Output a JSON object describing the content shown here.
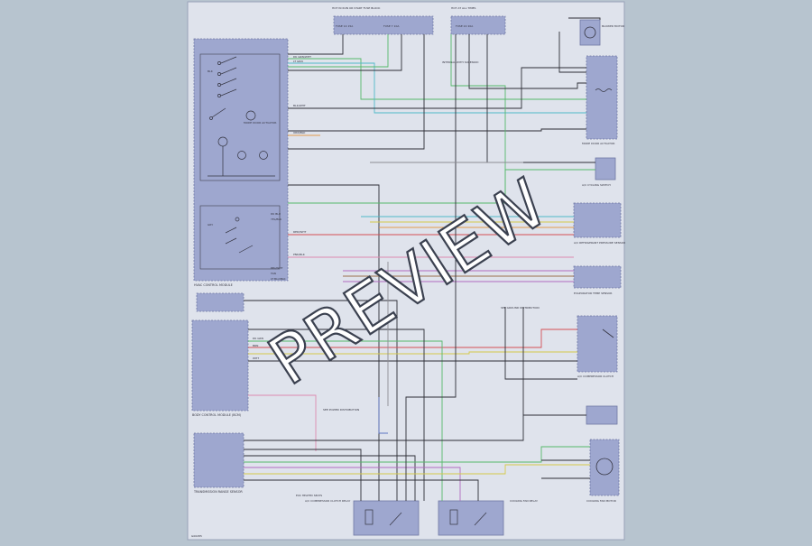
{
  "watermark": "PREVIEW",
  "page_code": "G00285",
  "colors": {
    "background": "#b7c4cf",
    "paper": "#dfe3ec",
    "module_fill": "#9ea7cf",
    "module_border": "#6f77a3",
    "wire_dark": "#2e2e36",
    "wire_green": "#56b86a",
    "wire_cyan": "#4fb9c9",
    "wire_red": "#d44f55",
    "wire_orange": "#e39b4b",
    "wire_yellow": "#d6c94a",
    "wire_purple": "#b26bc0",
    "wire_pink": "#de8ab0",
    "wire_blue": "#5c74c2",
    "wire_brown": "#9b6f4c",
    "wire_gray": "#8c8c95"
  },
  "diagram": {
    "top_labels": {
      "hot_fuse_block": "HOT IN RUN OR START FUSE BLOCK",
      "power_dist": "HOT AT ALL TIMES",
      "fuse_a": "FUSE 14 15A",
      "fuse_b": "FUSE 7 10A",
      "fuse_c": "FUSE 22 20A"
    },
    "modules": {
      "main": "HVAC CONTROL MODULE",
      "body": "BODY CONTROL MODULE (BCM)",
      "trans": "TRANSMISSION RANGE SENSOR",
      "relay_left": "A/C COMPRESSOR CLUTCH RELAY",
      "relay_right": "COOLING FAN RELAY",
      "blower_motor": "BLOWER MOTOR",
      "ac_sensor": "A/C REFRIGERANT PRESSURE SENSOR",
      "ac_switch": "A/C CYCLING SWITCH",
      "mode_door": "MODE DOOR ACTUATOR",
      "evap_sensor": "EVAPORATOR TEMP SENSOR",
      "compressor": "A/C COMPRESSOR CLUTCH",
      "fan_motor": "COOLING FAN MOTOR"
    },
    "wire_labels": {
      "w1": "DK GRN/WHT",
      "w2": "LT GRN",
      "w3": "BLK/WHT",
      "w4": "ORN/BLK",
      "w5": "PNK/BLK",
      "w6": "DK BLU",
      "w7": "YEL/BLK",
      "w8": "RED/WHT",
      "w9": "GRY",
      "w10": "PPL/WHT",
      "w11": "TAN",
      "w12": "LT BLU/BLK",
      "w13": "BRN",
      "w14": "BLK",
      "w15": "DK GRN",
      "w16": "WHT"
    },
    "notes": {
      "n1": "INTERNAL WITH SOLENOID",
      "n2": "SEE GROUND DISTRIBUTION",
      "n3": "SEE POWER DISTRIBUTION",
      "n4": "EXC HEATED SEATS"
    }
  }
}
